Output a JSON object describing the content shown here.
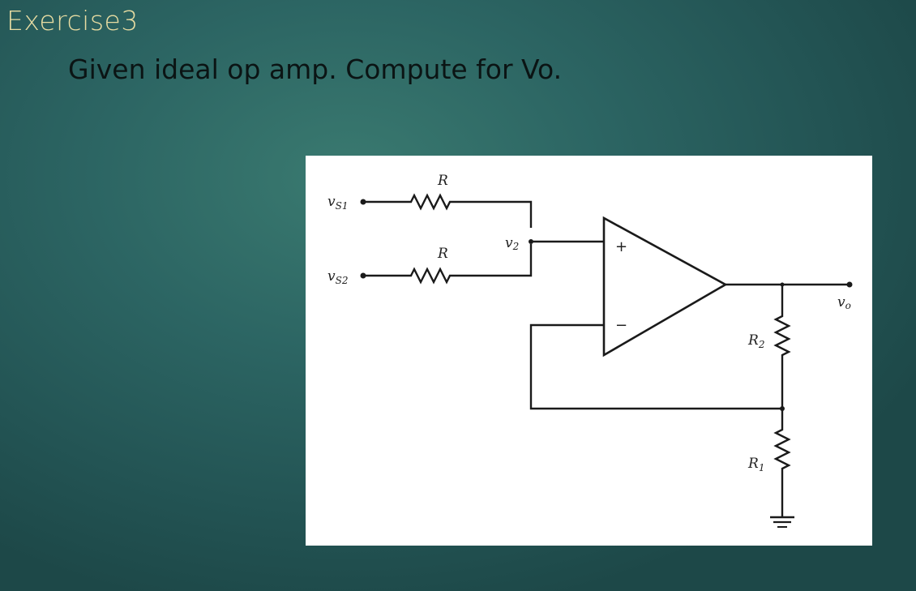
{
  "slide": {
    "title": "Exercise3",
    "body": "Given ideal op amp. Compute for Vo."
  },
  "circuit": {
    "input1": {
      "name": "v",
      "sub": "S1"
    },
    "input2": {
      "name": "v",
      "sub": "S2"
    },
    "resistor_top": "R",
    "resistor_bottom": "R",
    "node_v2": {
      "name": "v",
      "sub": "2"
    },
    "opamp_plus": "+",
    "opamp_minus": "−",
    "output": {
      "name": "v",
      "sub": "o"
    },
    "r2": {
      "name": "R",
      "sub": "2"
    },
    "r1": {
      "name": "R",
      "sub": "1"
    }
  },
  "colors": {
    "title": "#e7dca2",
    "body_text": "#0b1414",
    "panel": "#ffffff"
  }
}
